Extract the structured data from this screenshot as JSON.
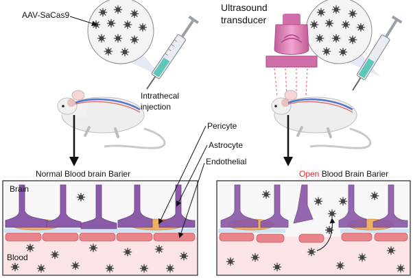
{
  "labels": {
    "aav": "AAV-SaCas9",
    "ultrasound_line1": "Ultrasound",
    "ultrasound_line2": "transducer",
    "intrathecal_line1": "Intrathecal",
    "intrathecal_line2": "injection",
    "pericyte": "Pericyte",
    "astrocyte": "Astrocyte",
    "endothelial": "Endothelial",
    "normal_word": "Normal",
    "normal_rest": " Blood brain Barier",
    "open_word": "Open",
    "open_rest": " Blood Brain Barier",
    "brain": "Brain",
    "blood": "Blood"
  },
  "colors": {
    "open_accent": "#e0262a",
    "astrocyte": "#8b5aa8",
    "pericyte": "#f0b061",
    "endothelial": "#e9858a",
    "blood_bg": "#fbe4e5",
    "brain_bg": "#f7f7f7",
    "virus": "#444444",
    "transducer": "#cf6ea9"
  },
  "icons": [
    "syringe-icon",
    "mouse-icon",
    "virus-particle-icon",
    "ultrasound-transducer-icon",
    "down-arrow-icon"
  ]
}
